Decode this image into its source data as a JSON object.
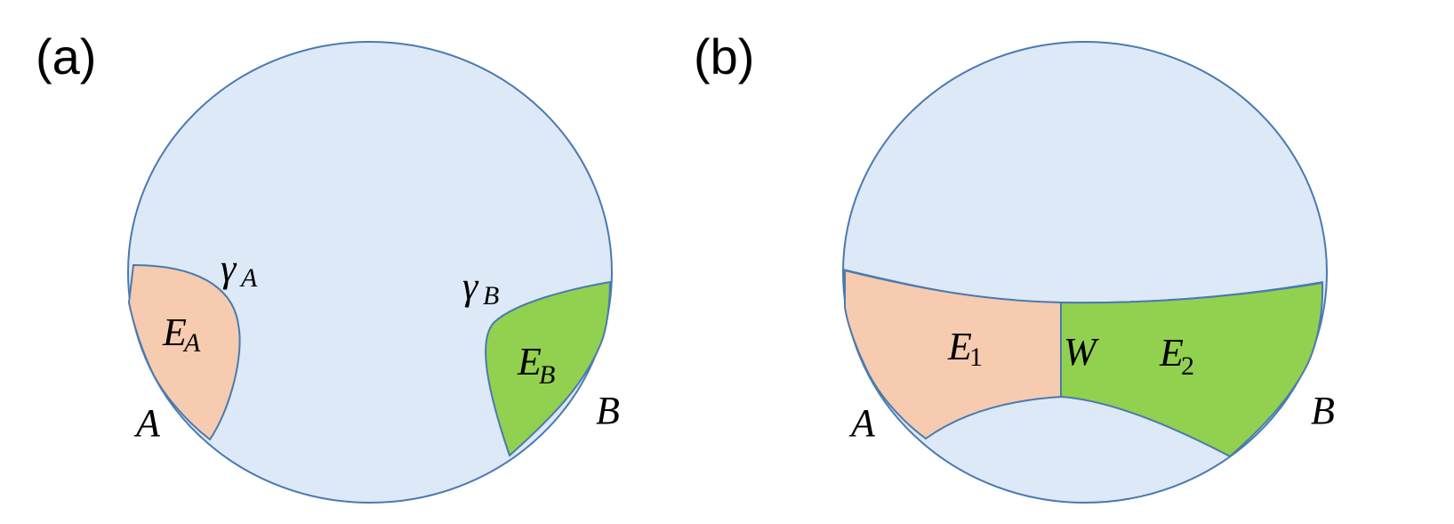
{
  "colors": {
    "disk_fill": "#dde9f6",
    "disk_stroke": "#4a7ab0",
    "region_a_fill": "#f6cbaf",
    "region_b_fill": "#92d050"
  },
  "panel_a": {
    "label": "(a)",
    "gamma_a": {
      "base": "γ",
      "sub": "A"
    },
    "gamma_b": {
      "base": "γ",
      "sub": "B"
    },
    "e_a": {
      "base": "E",
      "sub": "A"
    },
    "e_b": {
      "base": "E",
      "sub": "B"
    },
    "point_a": "A",
    "point_b": "B"
  },
  "panel_b": {
    "label": "(b)",
    "e_1": {
      "base": "E",
      "sub": "1"
    },
    "e_2": {
      "base": "E",
      "sub": "2"
    },
    "w": "W",
    "point_a": "A",
    "point_b": "B"
  }
}
